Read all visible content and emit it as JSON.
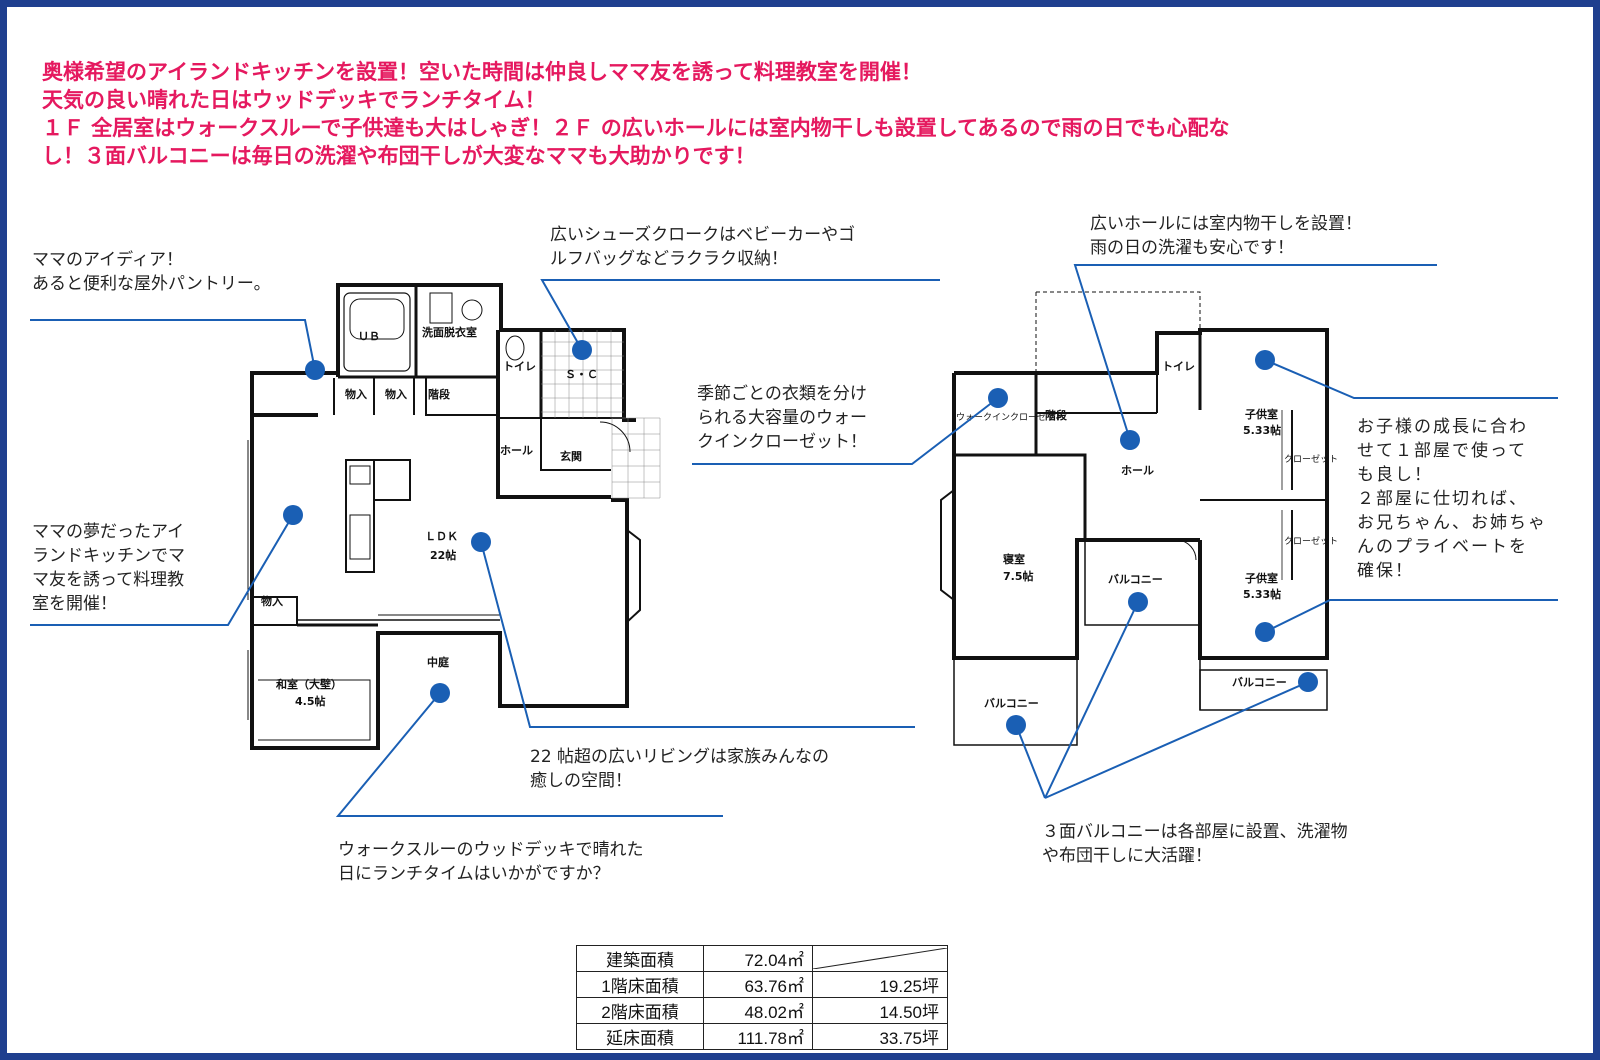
{
  "headline": {
    "line1": "奥様希望のアイランドキッチンを設置！空いた時間は仲良しママ友を誘って料理教室を開催！",
    "line2": "天気の良い晴れた日はウッドデッキでランチタイム！",
    "line3": "１Ｆ 全居室はウォークスルーで子供達も大はしゃぎ！２Ｆ の広いホールには室内物干しも設置してあるので雨の日でも心配な",
    "line4": "し！３面バルコニーは毎日の洗濯や布団干しが大変なママも大助かりです！"
  },
  "callouts": {
    "pantry": "ママのアイディア！\nあると便利な屋外パントリー。",
    "shoes": "広いシューズクロークはベビーカーやゴ\nルフバッグなどラクラク収納！",
    "walkin": "季節ごとの衣類を分け\nられる大容量のウォー\nクインクローゼット！",
    "hall": "広いホールには室内物干しを設置！\n雨の日の洗濯も安心です！",
    "island": "ママの夢だったアイ\nランドキッチンでマ\nマ友を誘って料理教\n室を開催！",
    "living": "22 帖超の広いリビングは家族みんなの\n癒しの空間！",
    "deck": "ウォークスルーのウッドデッキで晴れた\n日にランチタイムはいかがですか？",
    "kids": "お子様の成長に合わ\nせて１部屋で使って\nも良し！\n２部屋に仕切れば、\nお兄ちゃん、お姉ちゃ\nんのプライベートを\n確保！",
    "balcony": "３面バルコニーは各部屋に設置、洗濯物\nや布団干しに大活躍！"
  },
  "floor1": {
    "ub": "ＵＢ",
    "wash": "洗面脱衣室",
    "toilet": "トイレ",
    "sc": "Ｓ・Ｃ",
    "storage1": "物入",
    "storage2": "物入",
    "stairs": "階段",
    "hall": "ホール",
    "entrance": "玄関",
    "ldk": "ＬＤＫ",
    "ldk_size": "22帖",
    "storage3": "物入",
    "washitsu": "和室（大壁）",
    "washitsu_size": "4.5帖",
    "courtyard": "中庭"
  },
  "floor2": {
    "wic": "ウォークインクローゼット",
    "stairs": "階段",
    "toilet": "トイレ",
    "hall": "ホール",
    "kids1": "子供室",
    "kids1_size": "5.33帖",
    "closet1": "クローゼット",
    "closet2": "クローゼット",
    "kids2": "子供室",
    "kids2_size": "5.33帖",
    "bedroom": "寝室",
    "bedroom_size": "7.5帖",
    "balcony_mid": "バルコニー",
    "balcony_left": "バルコニー",
    "balcony_right": "バルコニー"
  },
  "area_table": {
    "rows": [
      {
        "label": "建築面積",
        "sqm": "72.04㎡",
        "tsubo": ""
      },
      {
        "label": "1階床面積",
        "sqm": "63.76㎡",
        "tsubo": "19.25坪"
      },
      {
        "label": "2階床面積",
        "sqm": "48.02㎡",
        "tsubo": "14.50坪"
      },
      {
        "label": "延床面積",
        "sqm": "111.78㎡",
        "tsubo": "33.75坪"
      }
    ]
  },
  "colors": {
    "border": "#1f3f8f",
    "headline": "#e5195f",
    "leader": "#1a5fb4",
    "dot": "#1a5fb4"
  }
}
